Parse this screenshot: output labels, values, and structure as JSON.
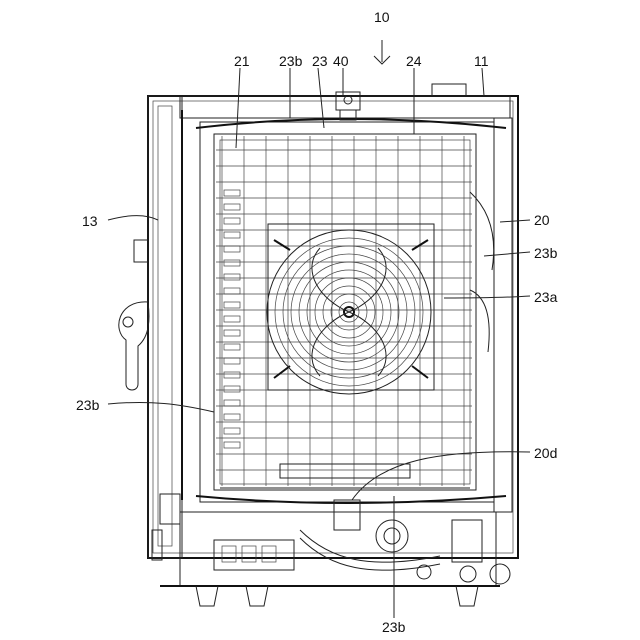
{
  "labels": {
    "ref_10": "10",
    "ref_21": "21",
    "ref_23b_top": "23b",
    "ref_23": "23",
    "ref_40": "40",
    "ref_24": "24",
    "ref_11": "11",
    "ref_13": "13",
    "ref_20": "20",
    "ref_23b_right": "23b",
    "ref_23a": "23a",
    "ref_23b_left": "23b",
    "ref_20d": "20d",
    "ref_23b_bottom": "23b"
  },
  "colors": {
    "line": "#222222",
    "background": "#ffffff"
  }
}
